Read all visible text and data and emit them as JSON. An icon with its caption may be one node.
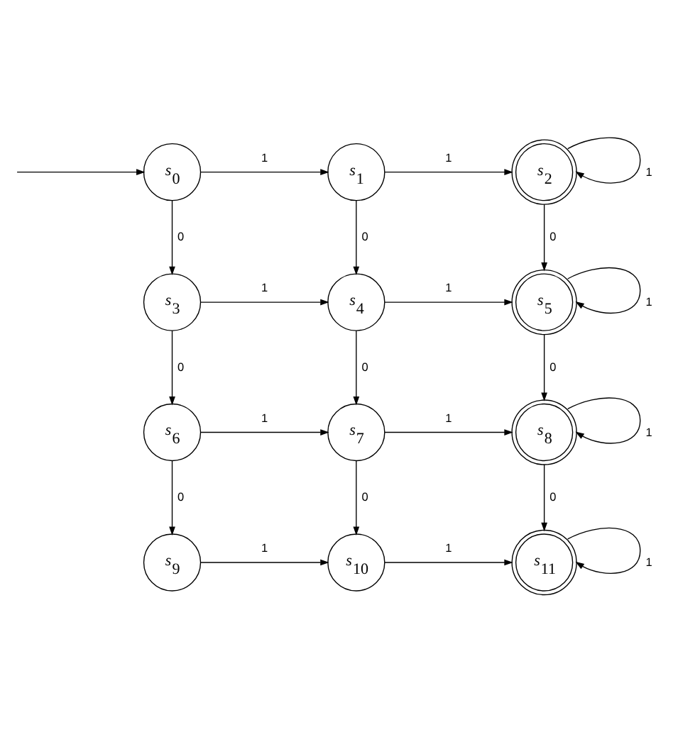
{
  "diagram": {
    "nodes": [
      {
        "text": [
          "s$_{0}$"
        ]
      },
      {
        "text": [
          "s$_{1}$"
        ]
      },
      {
        "text": [
          "s$_{2}$"
        ]
      },
      {
        "text": [
          "s$_{3}$"
        ]
      },
      {
        "text": [
          "s$_{4}$"
        ]
      },
      {
        "text": [
          "s$_{5}$"
        ]
      },
      {
        "text": [
          "s$_{6}$"
        ]
      },
      {
        "text": [
          "s$_{7}$"
        ]
      },
      {
        "text": [
          "s$_{8}$"
        ]
      },
      {
        "text": [
          "s$_{9}$"
        ]
      },
      {
        "text": [
          "s$_{10}$"
        ]
      },
      {
        "text": [
          "s$_{11}$"
        ]
      }
    ],
    "edges": [
      {
        "from": null,
        "to": 0,
        "arrow": "to"
      },
      {
        "from": 0,
        "to": 1,
        "arrow": "to",
        "label": "1"
      },
      {
        "from": 1,
        "to": 2,
        "arrow": "to",
        "label": "1"
      },
      {
        "from": 2,
        "to": 2,
        "arrow": "to",
        "label": "1"
      },
      {
        "from": 0,
        "to": 3,
        "arrow": "to",
        "label": "0"
      },
      {
        "from": 1,
        "to": 4,
        "arrow": "to",
        "label": "0"
      },
      {
        "from": 2,
        "to": 5,
        "arrow": "to",
        "label": "0"
      },
      {
        "from": 3,
        "to": 4,
        "arrow": "to",
        "label": "1"
      },
      {
        "from": 4,
        "to": 5,
        "arrow": "to",
        "label": "1"
      },
      {
        "from": 5,
        "to": 5,
        "arrow": "to",
        "label": "1"
      },
      {
        "from": 3,
        "to": 6,
        "arrow": "to",
        "label": "0"
      },
      {
        "from": 4,
        "to": 7,
        "arrow": "to",
        "label": "0"
      },
      {
        "from": 5,
        "to": 8,
        "arrow": "to",
        "label": "0"
      },
      {
        "from": 6,
        "to": 7,
        "arrow": "to",
        "label": "1"
      },
      {
        "from": 7,
        "to": 8,
        "arrow": "to",
        "label": "1"
      },
      {
        "from": 8,
        "to": 8,
        "arrow": "to",
        "label": "1"
      },
      {
        "from": 6,
        "to": 9,
        "arrow": "to",
        "label": "0"
      },
      {
        "from": 7,
        "to": 10,
        "arrow": "to",
        "label": "0"
      },
      {
        "from": 8,
        "to": 11,
        "arrow": "to",
        "label": "0"
      },
      {
        "from": 9,
        "to": 10,
        "arrow": "to",
        "label": "1"
      },
      {
        "from": 10,
        "to": 11,
        "arrow": "to",
        "label": "1"
      },
      {
        "from": 11,
        "to": 11,
        "arrow": "to",
        "label": "1"
      }
    ]
  }
}
